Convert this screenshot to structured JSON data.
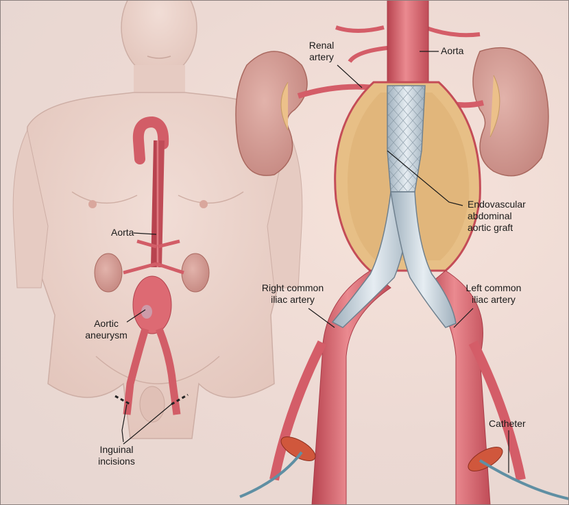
{
  "labels": {
    "aorta_body": "Aorta",
    "aortic_aneurysm_line1": "Aortic",
    "aortic_aneurysm_line2": "aneurysm",
    "inguinal_line1": "Inguinal",
    "inguinal_line2": "incisions",
    "renal_line1": "Renal",
    "renal_line2": "artery",
    "aorta_zoom": "Aorta",
    "graft_line1": "Endovascular",
    "graft_line2": "abdominal",
    "graft_line3": "aortic graft",
    "right_iliac_line1": "Right common",
    "right_iliac_line2": "iliac artery",
    "left_iliac_line1": "Left common",
    "left_iliac_line2": "iliac artery",
    "catheter": "Catheter"
  },
  "colors": {
    "artery": "#e0727a",
    "artery_dark": "#b8434f",
    "skin": "#e9cfc6",
    "kidney": "#c98a82",
    "aneurysm_sac": "#e3c07e",
    "graft": "#c7d3dc",
    "catheter": "#5f8fa3"
  }
}
